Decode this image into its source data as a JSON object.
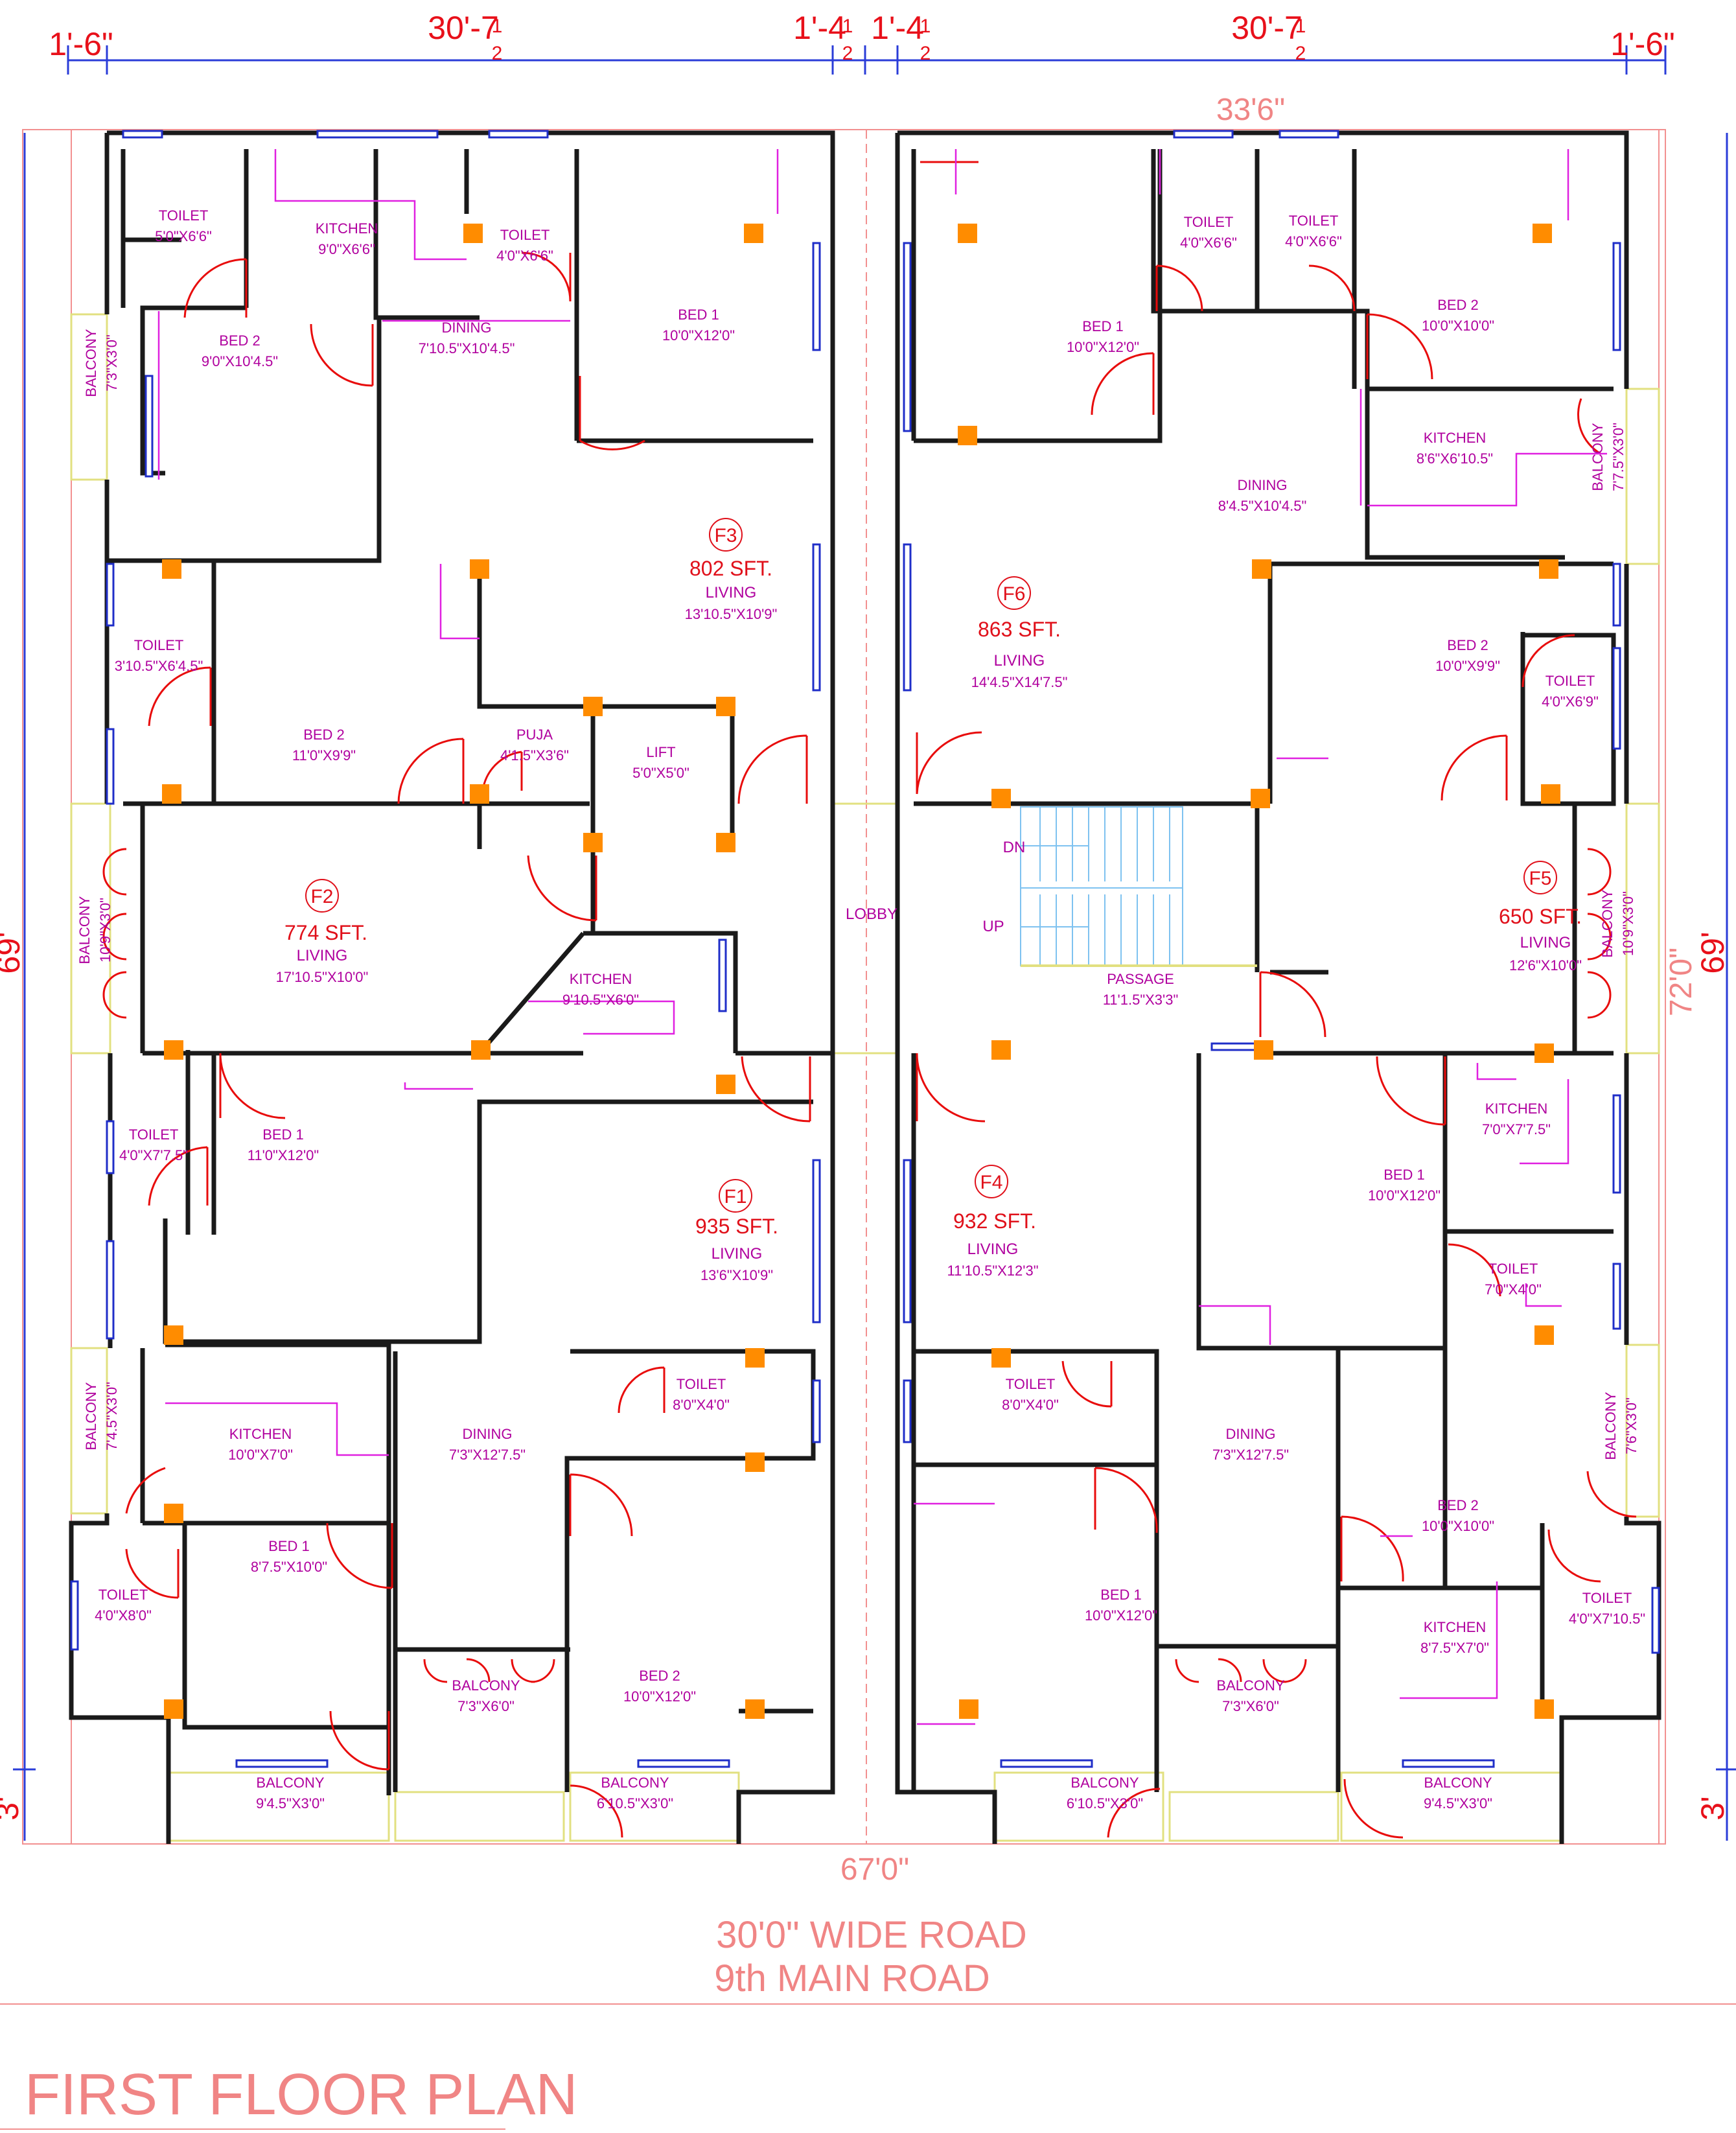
{
  "title": "FIRST FLOOR PLAN",
  "road": {
    "line1": "30'0\" WIDE ROAD",
    "line2": "9th MAIN ROAD"
  },
  "dimensions": {
    "top": [
      "1'-6\"",
      "30'-7",
      "1'-4",
      "1'-4",
      "30'-7",
      "1'-6\""
    ],
    "fraction": {
      "num": "1",
      "den": "2"
    },
    "top_inner": "33'6\"",
    "bottom": "67'0\"",
    "left_main": "69'",
    "left_small": "3'",
    "right_main": "69'",
    "right_small": "3'",
    "right_inner": "72'0\""
  },
  "units": [
    {
      "id": "F3",
      "area": "802 SFT.",
      "living": "LIVING",
      "living_dim": "13'10.5\"X10'9\""
    },
    {
      "id": "F6",
      "area": "863 SFT.",
      "living": "LIVING",
      "living_dim": "14'4.5\"X14'7.5\""
    },
    {
      "id": "F2",
      "area": "774 SFT.",
      "living": "LIVING",
      "living_dim": "17'10.5\"X10'0\""
    },
    {
      "id": "F5",
      "area": "650 SFT.",
      "living": "LIVING",
      "living_dim": "12'6\"X10'0\""
    },
    {
      "id": "F1",
      "area": "935 SFT.",
      "living": "LIVING",
      "living_dim": "13'6\"X10'9\""
    },
    {
      "id": "F4",
      "area": "932 SFT.",
      "living": "LIVING",
      "living_dim": "11'10.5\"X12'3\""
    }
  ],
  "rooms": [
    {
      "name": "TOILET",
      "size": "5'0\"X6'6\""
    },
    {
      "name": "KITCHEN",
      "size": "9'0\"X6'6\""
    },
    {
      "name": "TOILET",
      "size": "4'0\"X6'6\""
    },
    {
      "name": "BED 1",
      "size": "10'0\"X12'0\""
    },
    {
      "name": "BED 2",
      "size": "9'0\"X10'4.5\""
    },
    {
      "name": "DINING",
      "size": "7'10.5\"X10'4.5\""
    },
    {
      "name": "BALCONY",
      "size": "7'3\"X3'0\""
    },
    {
      "name": "TOILET",
      "size": "3'10.5\"X6'4.5\""
    },
    {
      "name": "BED 2",
      "size": "11'0\"X9'9\""
    },
    {
      "name": "PUJA",
      "size": "4'1.5\"X3'6\""
    },
    {
      "name": "LIFT",
      "size": "5'0\"X5'0\""
    },
    {
      "name": "BED 1",
      "size": "10'0\"X12'0\""
    },
    {
      "name": "TOILET",
      "size": "4'0\"X6'6\""
    },
    {
      "name": "TOILET",
      "size": "4'0\"X6'6\""
    },
    {
      "name": "BED 2",
      "size": "10'0\"X10'0\""
    },
    {
      "name": "KITCHEN",
      "size": "8'6\"X6'10.5\""
    },
    {
      "name": "DINING",
      "size": "8'4.5\"X10'4.5\""
    },
    {
      "name": "BALCONY",
      "size": "7'7.5\"X3'0\""
    },
    {
      "name": "BED 2",
      "size": "10'0\"X9'9\""
    },
    {
      "name": "TOILET",
      "size": "4'0\"X6'9\""
    },
    {
      "name": "BALCONY",
      "size": "10'9\"X3'0\""
    },
    {
      "name": "KITCHEN",
      "size": "9'10.5\"X6'0\""
    },
    {
      "name": "PASSAGE",
      "size": "11'1.5\"X3'3\""
    },
    {
      "name": "BALCONY",
      "size": "10'9\"X3'0\""
    },
    {
      "name": "TOILET",
      "size": "4'0\"X7'7.5\""
    },
    {
      "name": "BED 1",
      "size": "11'0\"X12'0\""
    },
    {
      "name": "BED 1",
      "size": "10'0\"X12'0\""
    },
    {
      "name": "KITCHEN",
      "size": "7'0\"X7'7.5\""
    },
    {
      "name": "TOILET",
      "size": "7'0\"X4'0\""
    },
    {
      "name": "BALCONY",
      "size": "7'4.5\"X3'0\""
    },
    {
      "name": "KITCHEN",
      "size": "10'0\"X7'0\""
    },
    {
      "name": "DINING",
      "size": "7'3\"X12'7.5\""
    },
    {
      "name": "TOILET",
      "size": "8'0\"X4'0\""
    },
    {
      "name": "BED 1",
      "size": "8'7.5\"X10'0\""
    },
    {
      "name": "TOILET",
      "size": "4'0\"X8'0\""
    },
    {
      "name": "BALCONY",
      "size": "7'3\"X6'0\""
    },
    {
      "name": "BED 2",
      "size": "10'0\"X12'0\""
    },
    {
      "name": "BALCONY",
      "size": "9'4.5\"X3'0\""
    },
    {
      "name": "BALCONY",
      "size": "6'10.5\"X3'0\""
    },
    {
      "name": "TOILET",
      "size": "8'0\"X4'0\""
    },
    {
      "name": "DINING",
      "size": "7'3\"X12'7.5\""
    },
    {
      "name": "BALCONY",
      "size": "7'6\"X3'0\""
    },
    {
      "name": "BED 2",
      "size": "10'0\"X10'0\""
    },
    {
      "name": "BED 1",
      "size": "10'0\"X12'0\""
    },
    {
      "name": "KITCHEN",
      "size": "8'7.5\"X7'0\""
    },
    {
      "name": "TOILET",
      "size": "4'0\"X7'10.5\""
    },
    {
      "name": "BALCONY",
      "size": "7'3\"X6'0\""
    },
    {
      "name": "BALCONY",
      "size": "6'10.5\"X3'0\""
    },
    {
      "name": "BALCONY",
      "size": "9'4.5\"X3'0\""
    }
  ],
  "core": {
    "lobby": "LOBBY",
    "dn": "DN",
    "up": "UP"
  },
  "colors": {
    "wall": "#1a1a1a",
    "door": "#e80c0c",
    "label": "#b0009e",
    "dimension": "#e8101a",
    "column": "#ff8c00",
    "window": "#1f2ec8"
  }
}
